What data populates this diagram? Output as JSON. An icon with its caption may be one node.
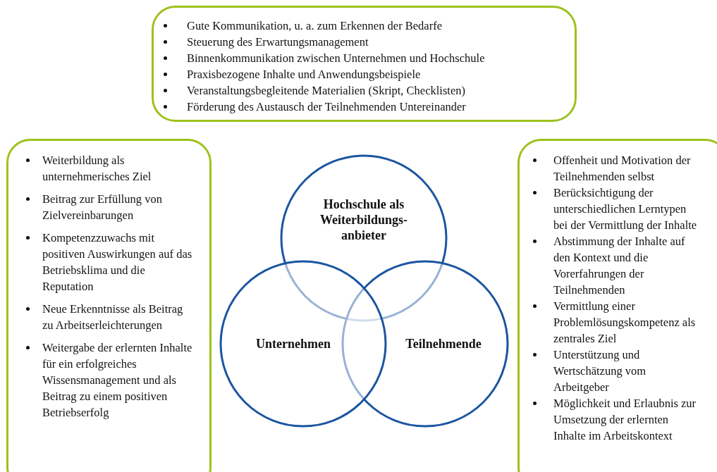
{
  "diagram": {
    "nodes": [
      {
        "text": [
          "Gute Kommunikation, u. a. zum Erkennen der Bedarfe",
          "Steuerung des Erwartungsmanagement",
          "Binnenkommunikation zwischen Unternehmen und Hochschule",
          "Praxisbezogene Inhalte und Anwendungsbeispiele",
          "Veranstaltungsbegleitende Materialien (Skript, Checklisten)",
          "Förderung des Austausch der Teilnehmenden Untereinander"
        ]
      },
      {
        "text": [
          "Weiterbildung als unternehmerisches Ziel",
          "Beitrag zur Erfüllung von Zielvereinbarungen",
          "Kompetenzzuwachs mit positiven Auswirkungen auf das Betriebsklima und die Reputation",
          "Neue Erkenntnisse als Beitrag zu Arbeitserleichterungen",
          "Weitergabe der erlernten Inhalte für ein erfolgreiches Wissensmanagement und als Beitrag zu einem positiven Betriebserfolg"
        ]
      },
      {
        "text": [
          "Offenheit und Motivation der Teilnehmenden selbst",
          "Berücksichtigung der unterschiedlichen Lerntypen bei der Vermittlung der Inhalte",
          "Abstimmung der Inhalte auf den Kontext und die Vorerfahrungen der Teilnehmenden",
          "Vermittlung einer Problemlösungskompetenz als zentrales Ziel",
          "Unterstützung und Wertschätzung vom Arbeitgeber",
          "Möglichkeit und Erlaubnis zur Umsetzung der erlernten Inhalte im Arbeitskontext"
        ]
      },
      {
        "text": [
          "Hochschule als Weiterbildungs-anbieter"
        ]
      },
      {
        "text": [
          "Unternehmen"
        ]
      },
      {
        "text": [
          "Teilnehmende"
        ]
      }
    ]
  }
}
